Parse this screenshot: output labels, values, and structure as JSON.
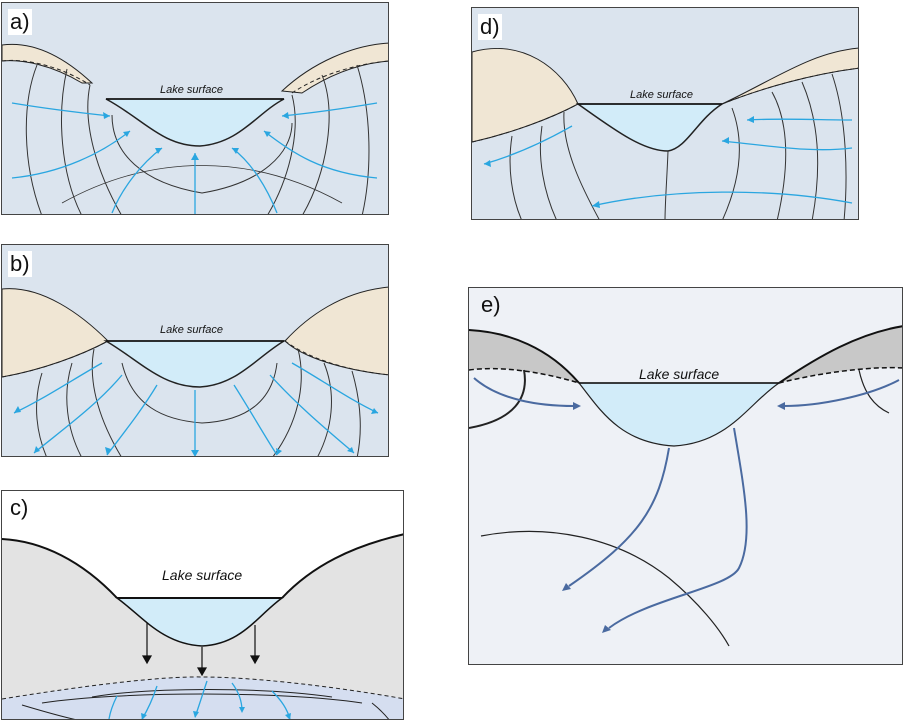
{
  "panels": {
    "a": {
      "label": "a)",
      "lake_label": "Lake surface"
    },
    "b": {
      "label": "b)",
      "lake_label": "Lake surface"
    },
    "c": {
      "label": "c)",
      "lake_label": "Lake surface"
    },
    "d": {
      "label": "d)",
      "lake_label": "Lake surface"
    },
    "e": {
      "label": "e)",
      "lake_label": "Lake surface"
    }
  },
  "colors": {
    "water": "#d2ecf9",
    "groundwater": "#dbe4ee",
    "hill_tan": "#f0e6d4",
    "hill_gray": "#e3e3e3",
    "flow_arrow": "#2aa6e0",
    "flow_arrow_dark": "#4a6aa0",
    "line": "#222222"
  }
}
